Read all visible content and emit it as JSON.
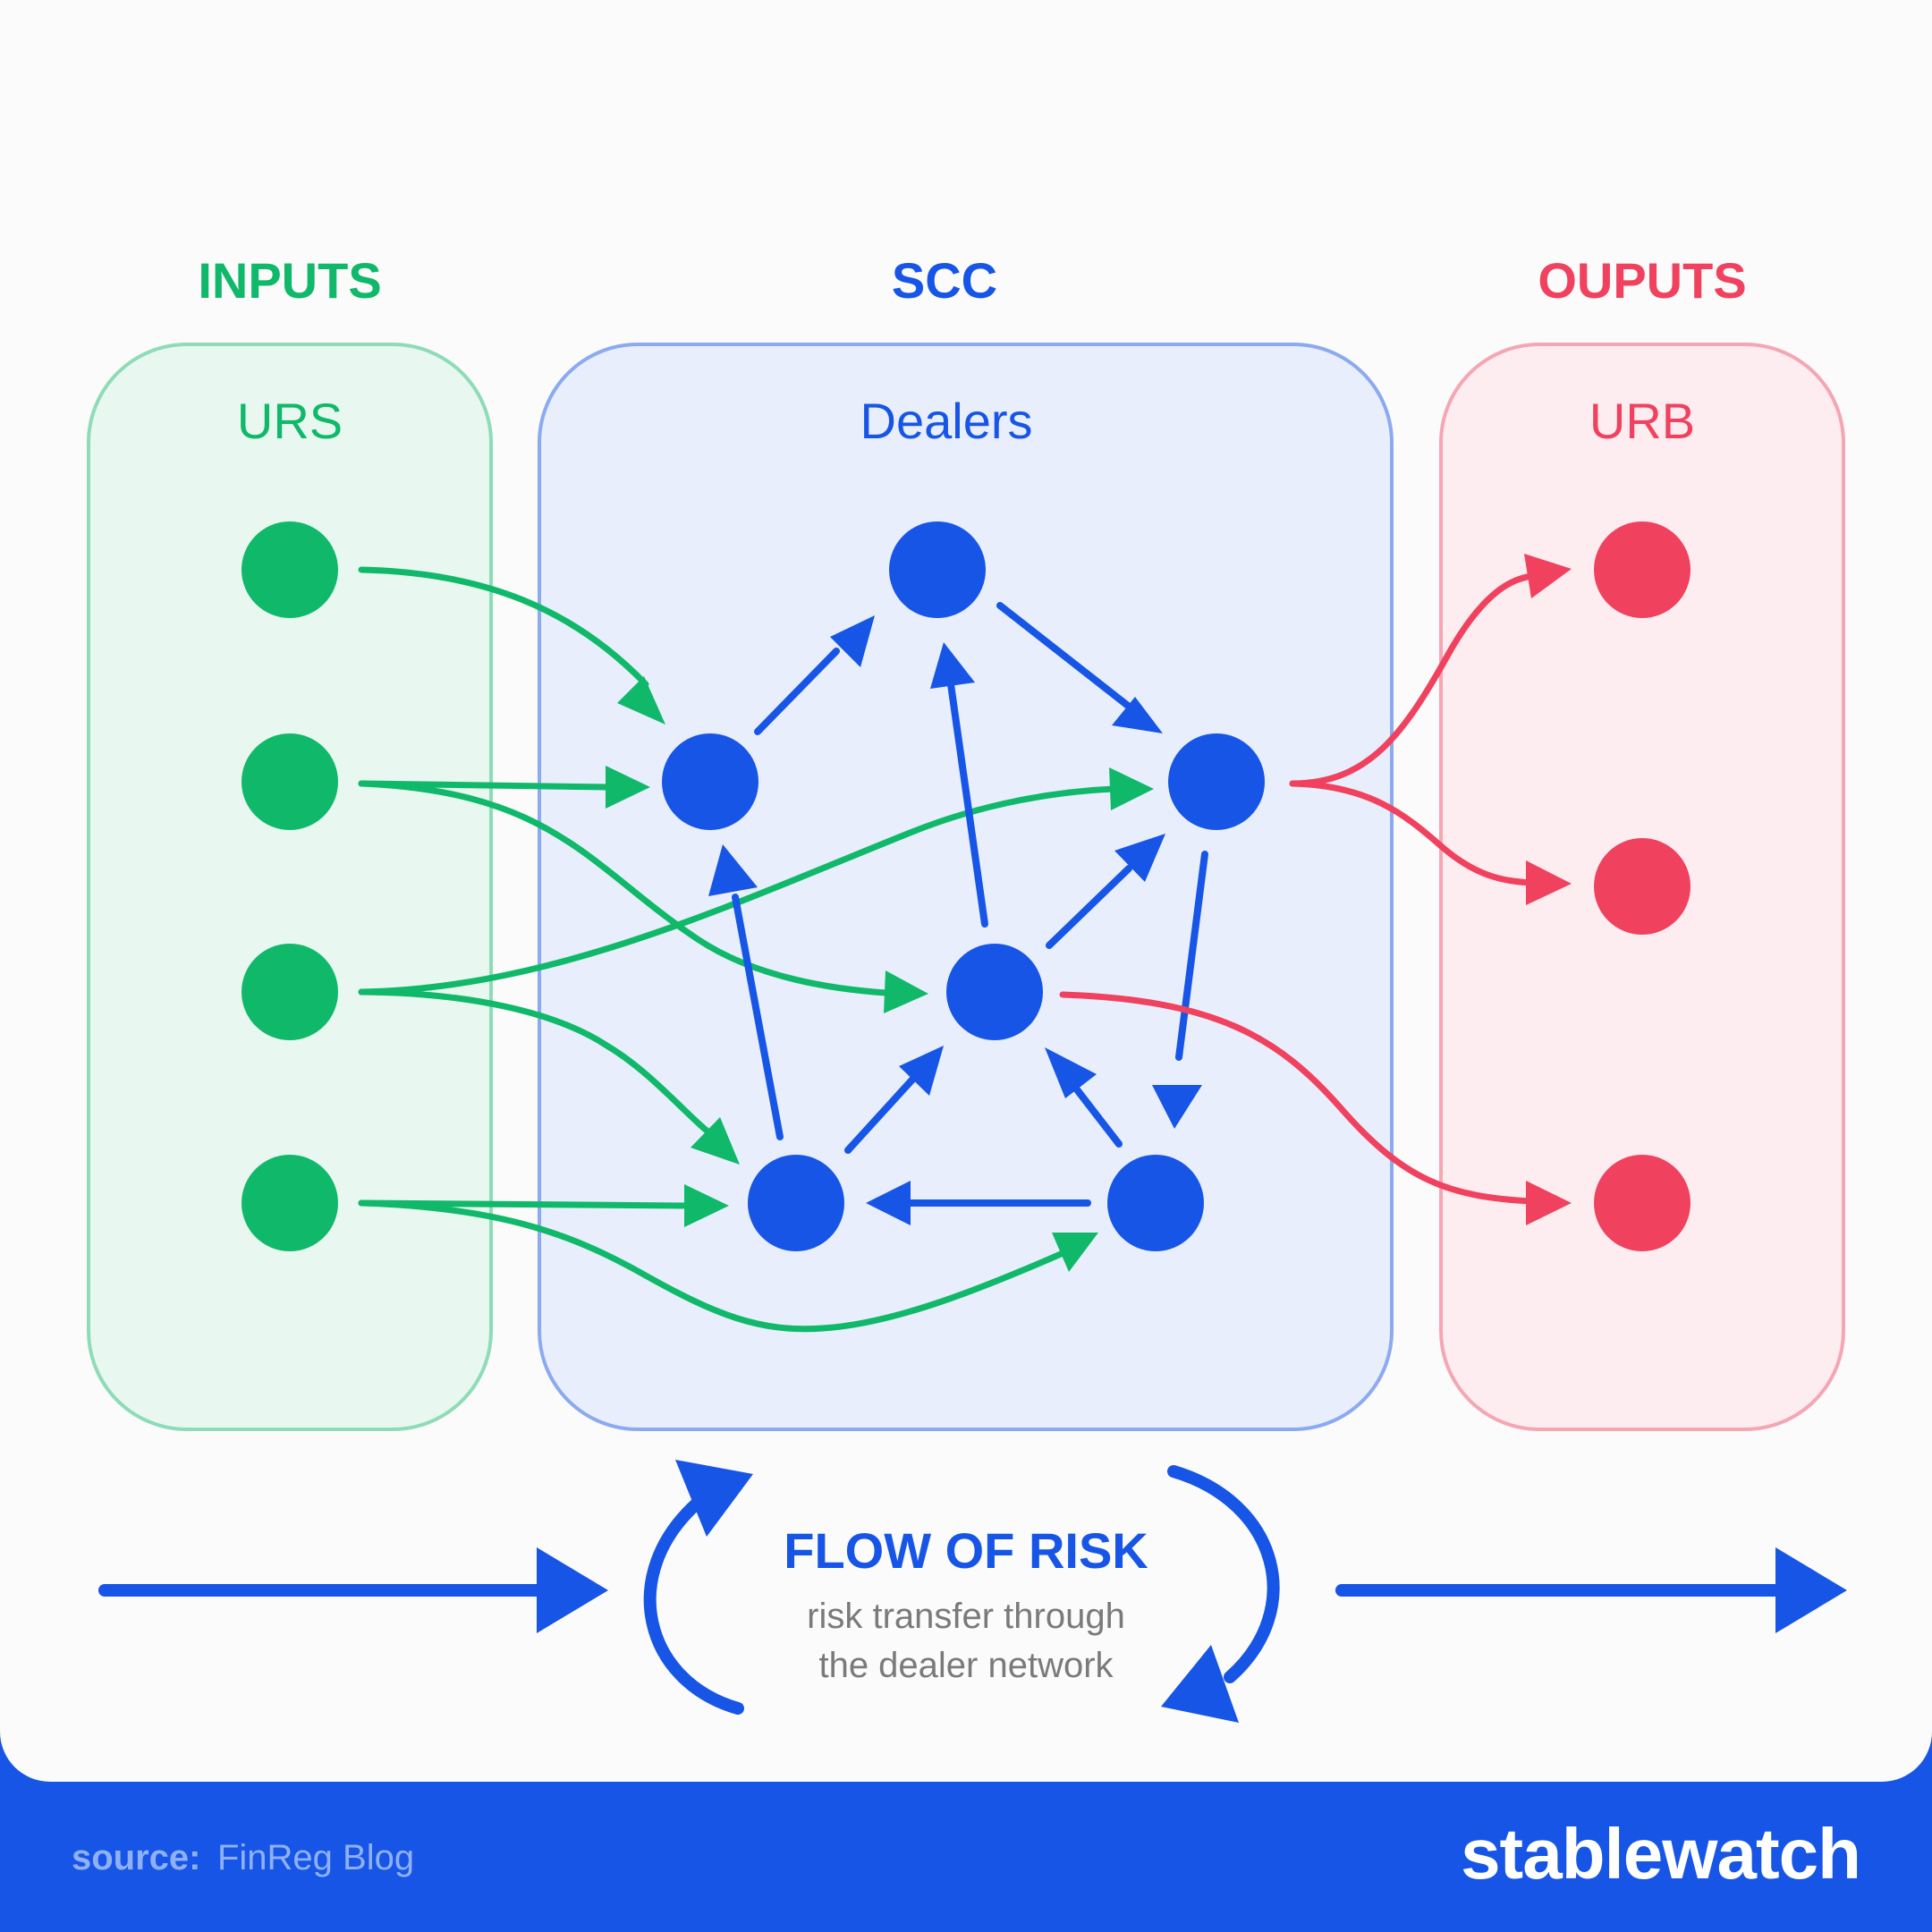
{
  "colors": {
    "green": "#10B86A",
    "blue": "#1655E6",
    "red": "#F0415E",
    "gray": "#7A7A7A",
    "source_label": "#8FB0F5"
  },
  "columns": {
    "inputs": {
      "heading": "INPUTS",
      "group": "URS"
    },
    "scc": {
      "heading": "SCC",
      "group": "Dealers"
    },
    "outputs": {
      "heading": "OUPUTS",
      "group": "URB"
    }
  },
  "flow": {
    "title": "FLOW OF RISK",
    "subtitle_line1": "risk transfer through",
    "subtitle_line2": "the dealer network"
  },
  "footer": {
    "source_label": "source:",
    "source_value": "FinReg Blog",
    "brand": "stablewatch"
  }
}
